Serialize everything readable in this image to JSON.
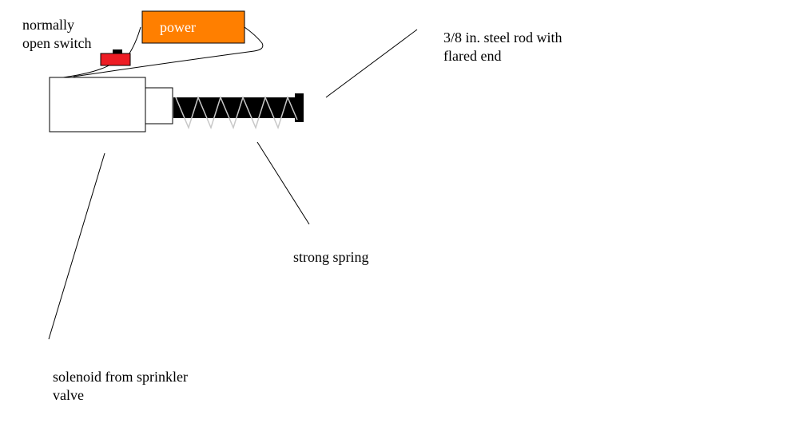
{
  "labels": {
    "switch_line1": "normally",
    "switch_line2": "open switch",
    "power": "power",
    "rod_line1": "3/8 in. steel rod with",
    "rod_line2": "flared end",
    "spring": "strong spring",
    "solenoid_line1": "solenoid from sprinkler",
    "solenoid_line2": "valve"
  },
  "colors": {
    "power_fill": "#ff7f00",
    "switch_fill": "#ed1c24",
    "rod": "#000000",
    "spring_coil": "#c8c8c8",
    "outline": "#000000",
    "background": "#ffffff"
  }
}
